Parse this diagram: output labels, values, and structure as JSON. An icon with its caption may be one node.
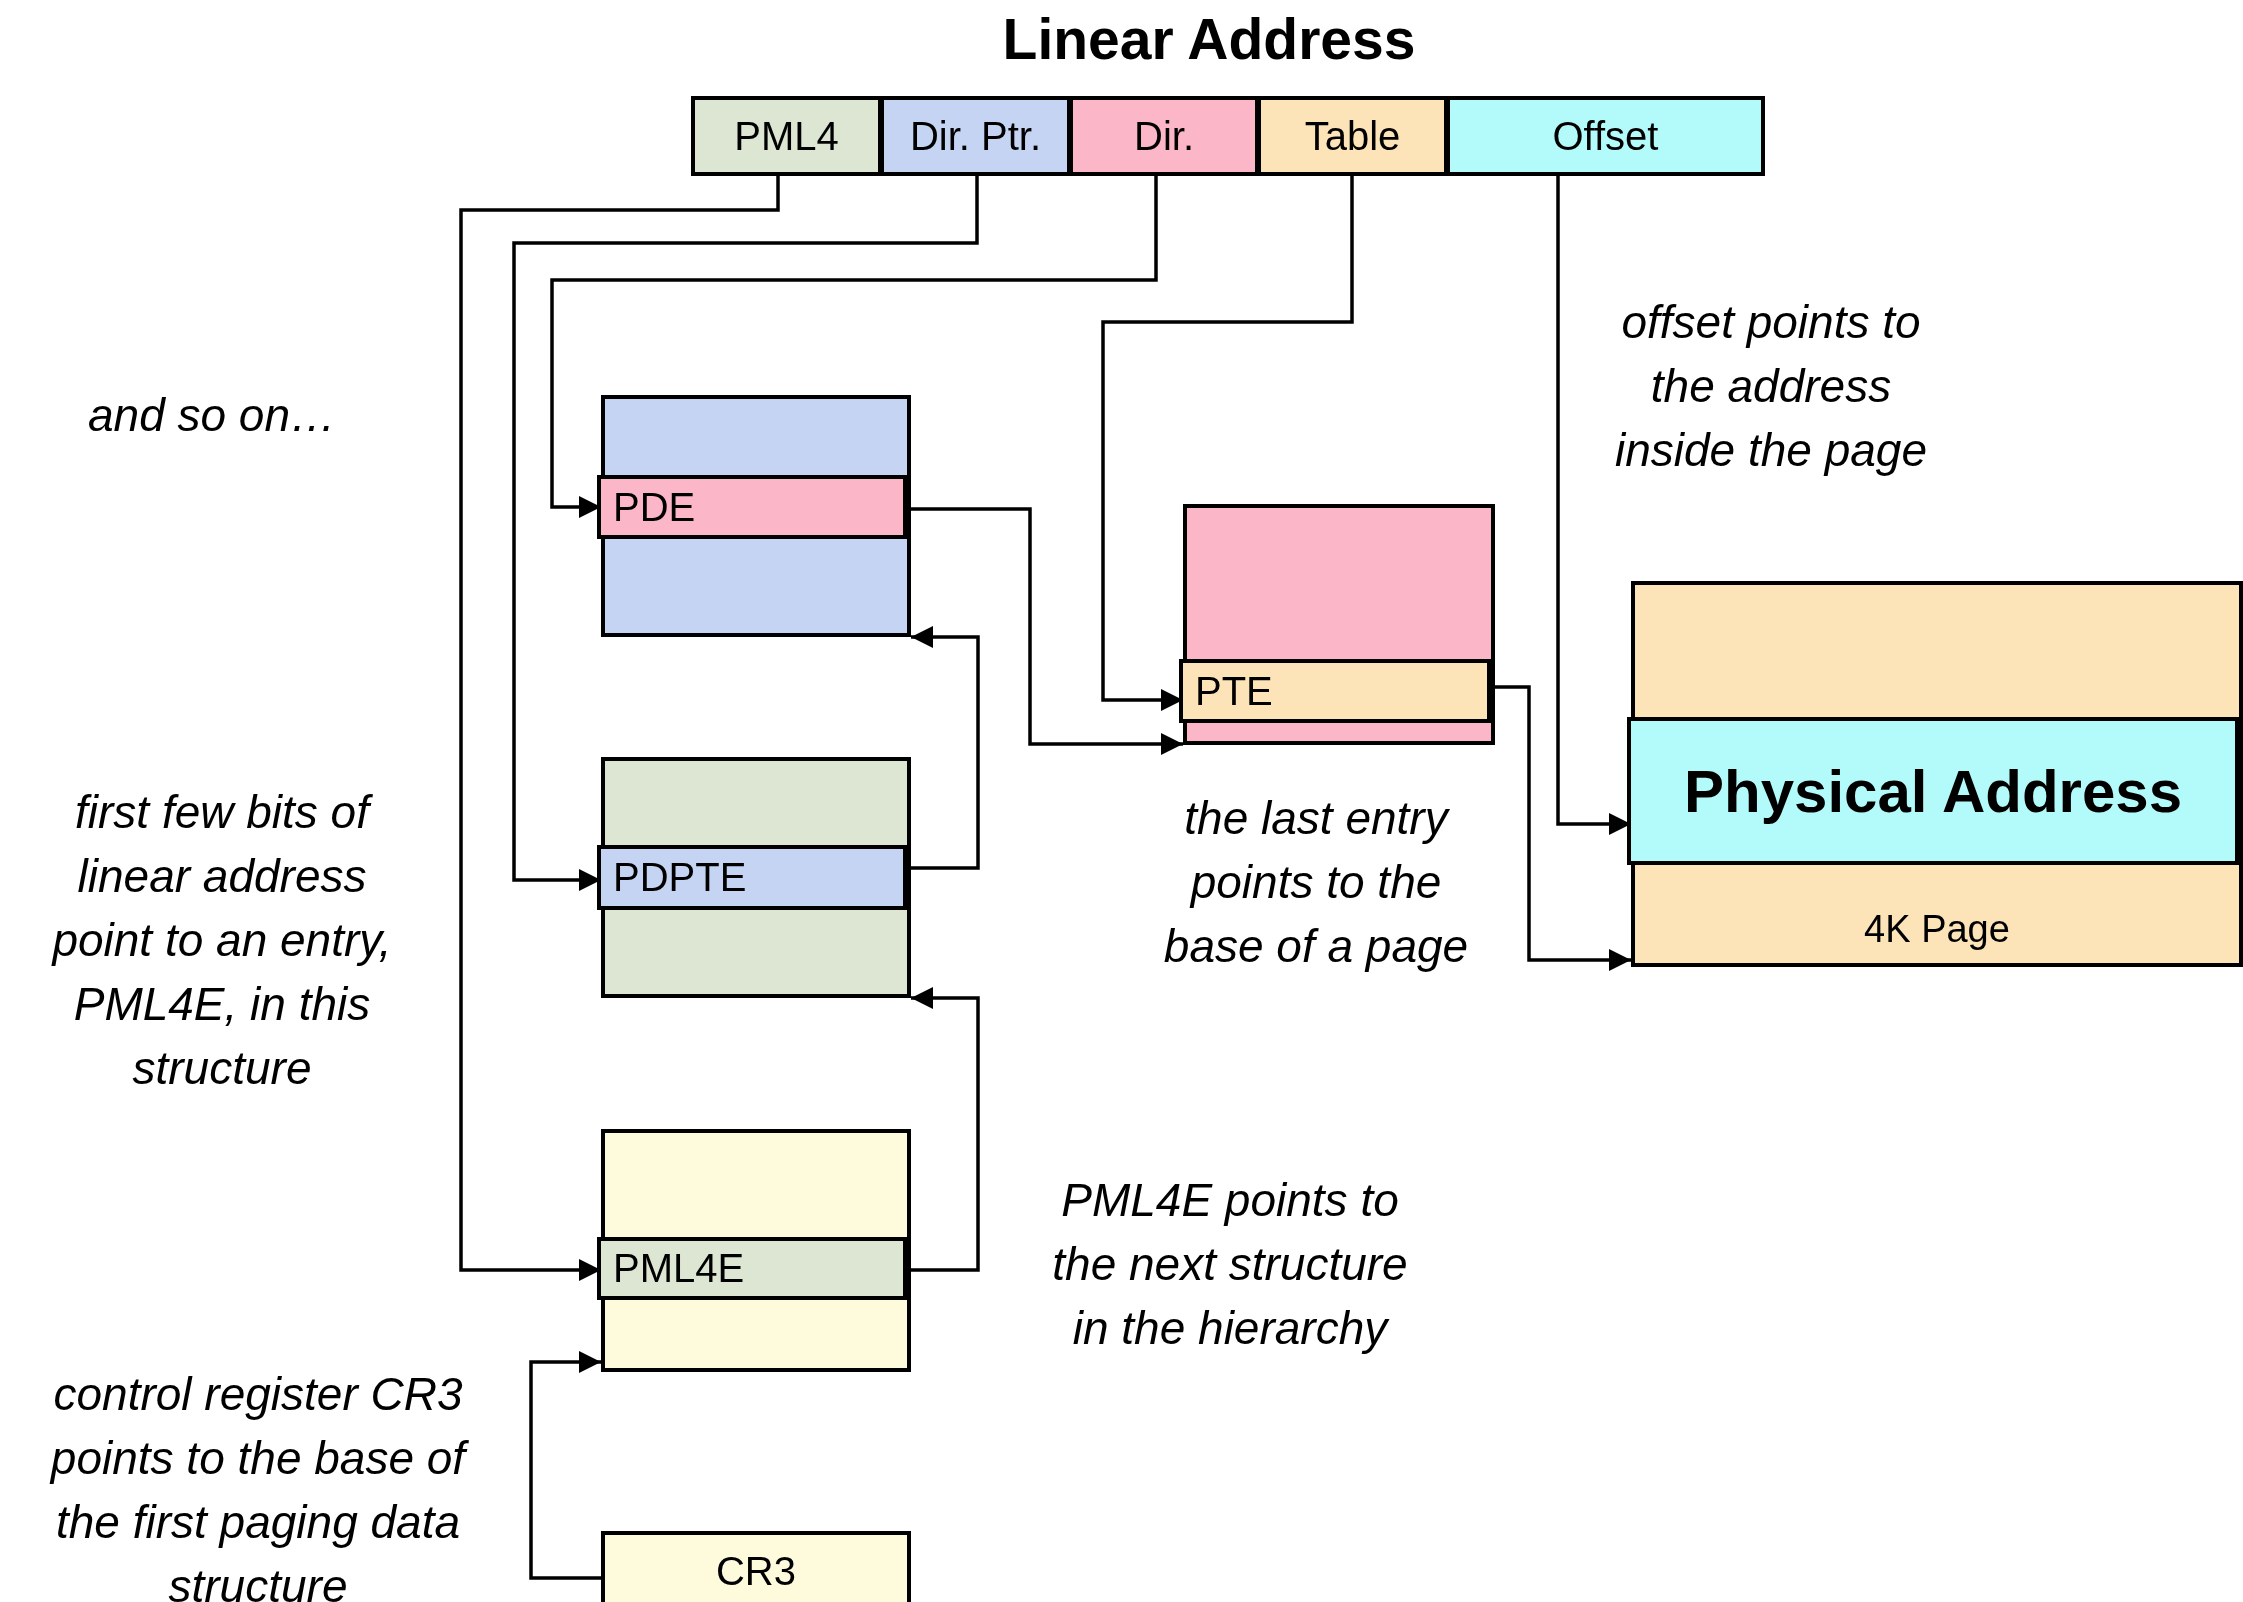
{
  "diagram": {
    "title": "Linear Address",
    "nodes": [
      {
        "text": [
          "PML4"
        ]
      },
      {
        "text": [
          "Dir. Ptr."
        ]
      },
      {
        "text": [
          "Dir."
        ]
      },
      {
        "text": [
          "Table"
        ]
      },
      {
        "text": [
          "Offset"
        ]
      },
      {
        "text": [],
        "shape": "box"
      },
      {
        "text": [
          "PDE"
        ],
        "in": 5
      },
      {
        "text": [],
        "shape": "box"
      },
      {
        "text": [
          "PTE"
        ],
        "in": 7
      },
      {
        "text": [
          "4K Page"
        ]
      },
      {
        "text": [
          "Physical Address"
        ],
        "in": 9
      },
      {
        "text": [],
        "shape": "box"
      },
      {
        "text": [
          "PDPTE"
        ],
        "in": 11
      },
      {
        "text": [],
        "shape": "box"
      },
      {
        "text": [
          "PML4E"
        ],
        "in": 13
      },
      {
        "text": [
          "CR3"
        ]
      }
    ],
    "edges": [
      {
        "from": 0,
        "to": 14,
        "arrow": "to"
      },
      {
        "from": 1,
        "to": 12,
        "arrow": "to"
      },
      {
        "from": 2,
        "to": 6,
        "arrow": "to"
      },
      {
        "from": 3,
        "to": 8,
        "arrow": "to"
      },
      {
        "from": 4,
        "to": 10,
        "arrow": "to"
      },
      {
        "from": 6,
        "to": 7,
        "arrow": "to"
      },
      {
        "from": 8,
        "to": 9,
        "arrow": "to"
      },
      {
        "from": 12,
        "to": 5,
        "arrow": "to"
      },
      {
        "from": 14,
        "to": 11,
        "arrow": "to"
      },
      {
        "from": 15,
        "to": 13,
        "arrow": "to"
      }
    ],
    "labels": [
      "and so on…",
      "offset points to the address inside the page",
      "the last entry points to the base of a page",
      "first few bits of linear address point to an entry, PML4E, in this structure",
      "PML4E points to the next structure in the hierarchy",
      "control register CR3 points to the base of the first paging data structure"
    ]
  }
}
